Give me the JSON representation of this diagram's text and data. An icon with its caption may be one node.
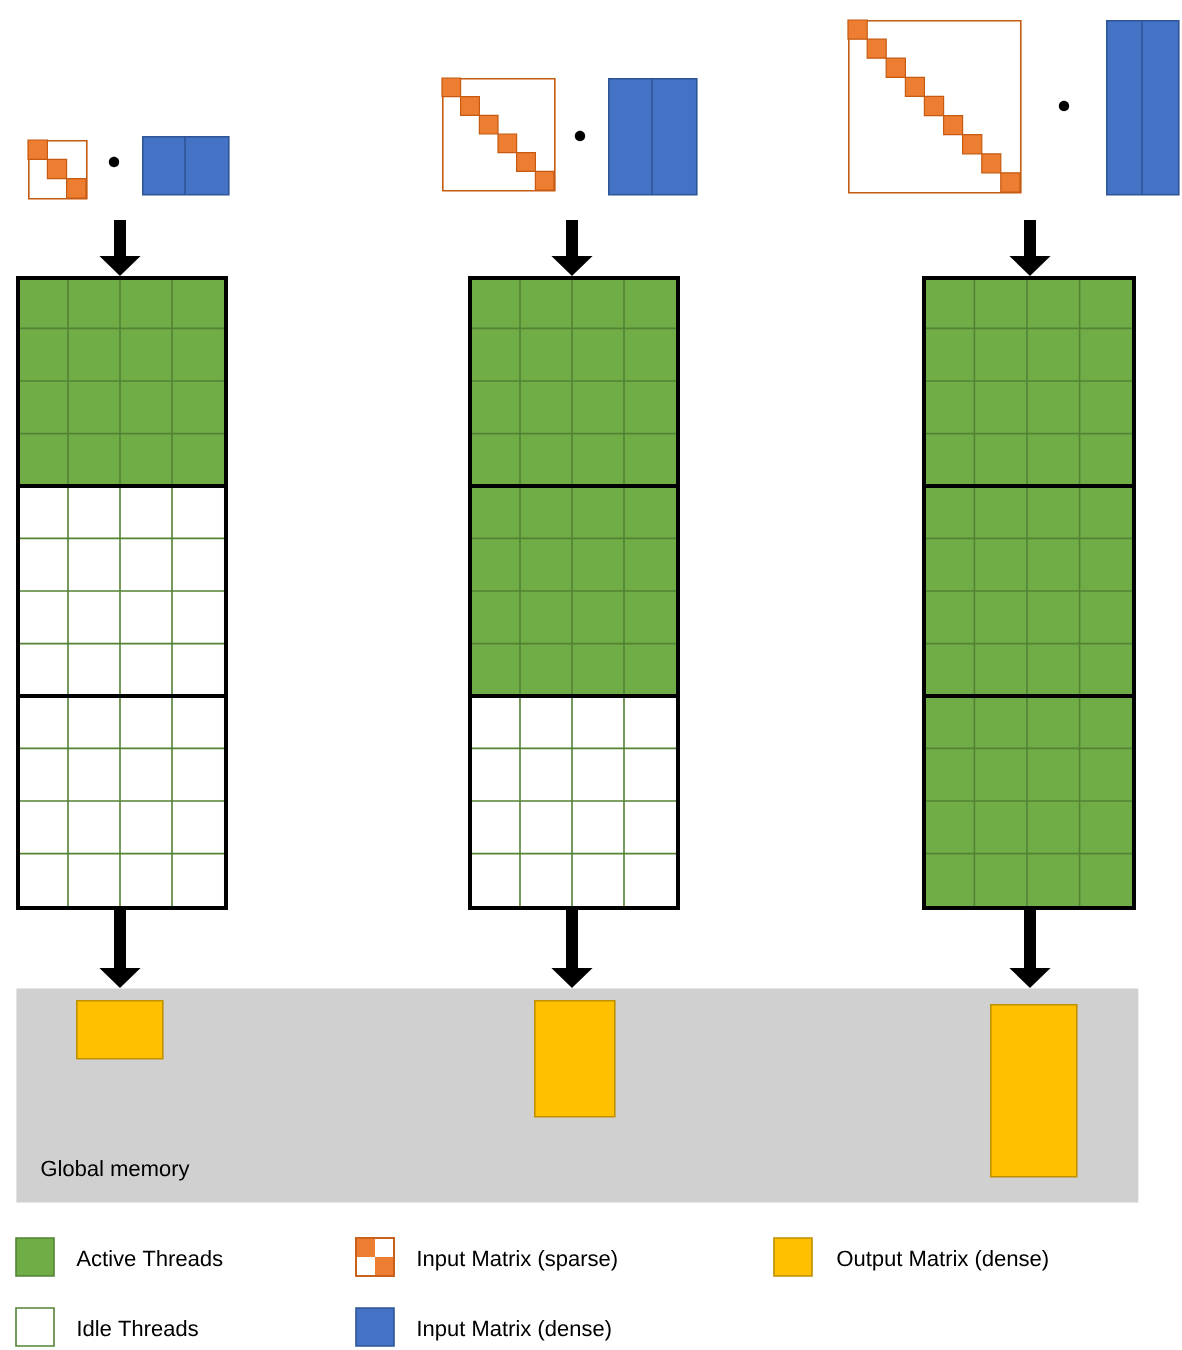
{
  "diagram": {
    "nodes": [
      {
        "text": [],
        "shape": "box"
      },
      {
        "text": [],
        "shape": "box"
      },
      {
        "text": [],
        "shape": "box"
      },
      {
        "text": [],
        "shape": "box"
      },
      {
        "text": [],
        "shape": "box"
      },
      {
        "text": [],
        "shape": "box"
      },
      {
        "text": [],
        "shape": "box"
      },
      {
        "text": [],
        "shape": "box"
      },
      {
        "text": [],
        "shape": "box"
      },
      {
        "text": [
          "Global memory"
        ]
      },
      {
        "text": [],
        "shape": "box",
        "in": 9
      },
      {
        "text": [],
        "shape": "box",
        "in": 9
      },
      {
        "text": [],
        "shape": "box",
        "in": 9
      }
    ],
    "edges": [
      {
        "from": null,
        "to": 6,
        "arrow": "to"
      },
      {
        "from": null,
        "to": 7,
        "arrow": "to"
      },
      {
        "from": null,
        "to": 8,
        "arrow": "to"
      },
      {
        "from": 6,
        "to": 9,
        "arrow": "to"
      },
      {
        "from": 7,
        "to": 9,
        "arrow": "to"
      },
      {
        "from": 8,
        "to": 9,
        "arrow": "to"
      }
    ],
    "legend": [
      {
        "text": "Active Threads",
        "color": "#70ad47"
      },
      {
        "text": "Input Matrix (sparse)"
      },
      {
        "text": "Output Matrix (dense)",
        "color": "#ffc000"
      },
      {
        "text": "Idle Threads"
      },
      {
        "text": "Input Matrix (dense)",
        "color": "#4472c4"
      }
    ]
  }
}
